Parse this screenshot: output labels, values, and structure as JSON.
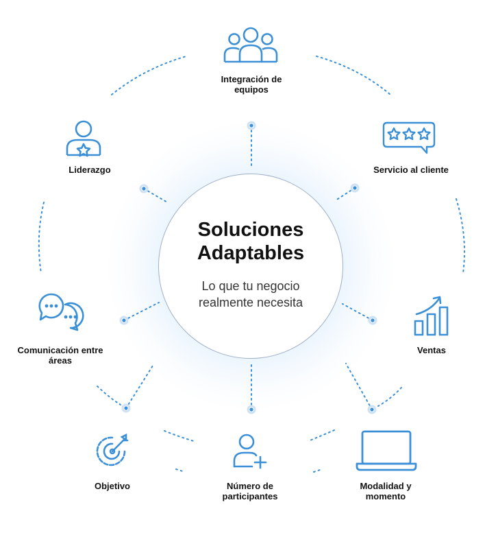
{
  "center": {
    "title_line1": "Soluciones",
    "title_line2": "Adaptables",
    "subtitle_line1": "Lo que tu negocio",
    "subtitle_line2": "realmente necesita"
  },
  "items": {
    "integracion": {
      "line1": "Integración de",
      "line2": "equipos",
      "icon": "team-icon"
    },
    "servicio": {
      "line1": "Servicio al cliente",
      "icon": "review-stars-icon"
    },
    "ventas": {
      "line1": "Ventas",
      "icon": "growth-chart-icon"
    },
    "modalidad": {
      "line1": "Modalidad y",
      "line2": "momento",
      "icon": "laptop-icon"
    },
    "participantes": {
      "line1": "Número de",
      "line2": "participantes",
      "icon": "add-user-icon"
    },
    "objetivo": {
      "line1": "Objetivo",
      "icon": "target-icon"
    },
    "comunicacion": {
      "line1": "Comunicación entre",
      "line2": "áreas",
      "icon": "chat-bubbles-icon"
    },
    "liderazgo": {
      "line1": "Liderazgo",
      "icon": "leader-star-icon"
    }
  },
  "colors": {
    "accent": "#3a8fd6",
    "text": "#111111",
    "circle_border": "#9fb0c8"
  }
}
